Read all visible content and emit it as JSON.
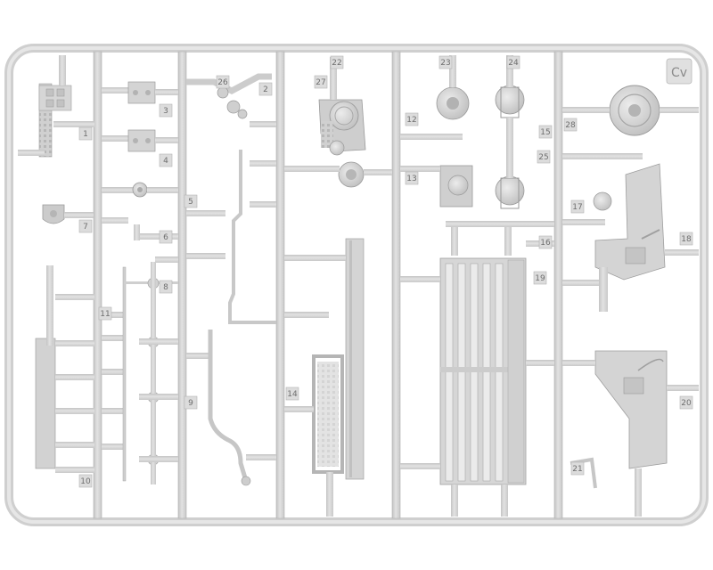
{
  "sprue": {
    "code": "Cv",
    "colors": {
      "background": "#ffffff",
      "plastic": "#d6d6d6",
      "plastic_dark": "#bdbdbd",
      "plastic_light": "#e4e4e4",
      "edge": "#9e9e9e",
      "label": "#6e6e6e"
    },
    "part_numbers": [
      "1",
      "2",
      "3",
      "4",
      "5",
      "6",
      "7",
      "8",
      "9",
      "10",
      "11",
      "12",
      "13",
      "14",
      "15",
      "16",
      "17",
      "18",
      "19",
      "20",
      "21",
      "22",
      "23",
      "24",
      "25",
      "26",
      "27",
      "28"
    ]
  }
}
